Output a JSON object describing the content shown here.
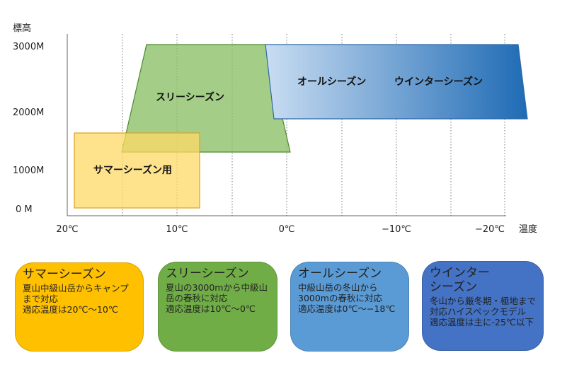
{
  "chart": {
    "y_axis_label": "標高",
    "y_ticks": [
      "3000M",
      "2000M",
      "1000M",
      "0 M"
    ],
    "x_axis_label": "温度",
    "x_ticks": [
      "20℃",
      "10℃",
      "0℃",
      "−10℃",
      "−20℃"
    ],
    "regions": {
      "summer": "サマーシーズン用",
      "three": "スリーシーズン",
      "all": "オールシーズン",
      "winter": "ウインターシーズン"
    }
  },
  "cards": [
    {
      "title": "サマーシーズン",
      "desc": "夏山中級山岳からキャンプまで対応\n適応温度は20℃〜10℃",
      "color": "#FFC000"
    },
    {
      "title": "スリーシーズン",
      "desc": "夏山の3000mから中級山岳の春秋に対応\n適応温度は10℃〜0℃",
      "color": "#70AD47"
    },
    {
      "title": "オールシーズン",
      "desc": "中級山岳の冬山から3000mの春秋に対応\n適応温度は0℃〜−18℃",
      "color": "#5B9BD5"
    },
    {
      "title": "ウインター\nシーズン",
      "desc": "冬山から厳冬期・極地まで対応ハイスペックモデル\n適応温度は主に-25℃以下",
      "color": "#4472C4"
    }
  ]
}
